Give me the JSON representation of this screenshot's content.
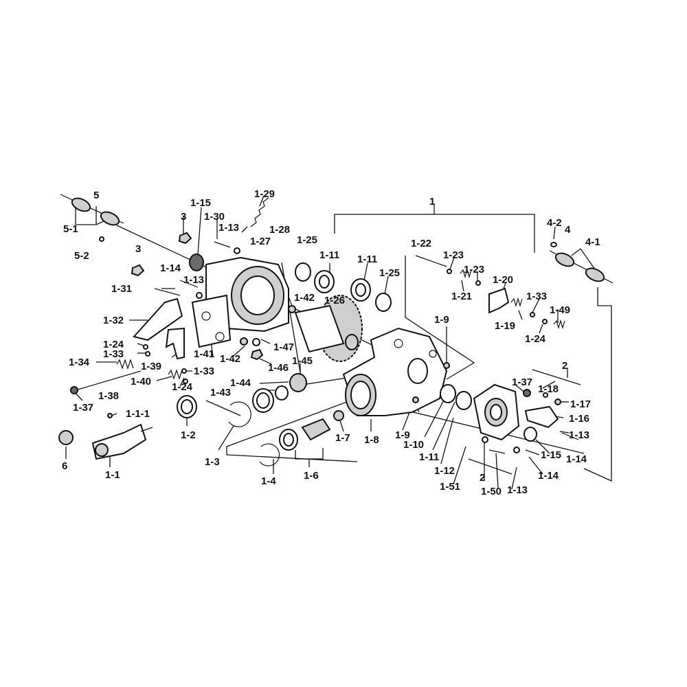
{
  "labels": {
    "l_1": "1",
    "l_5": "5",
    "l_5_1": "5-1",
    "l_5_2": "5-2",
    "l_3a": "3",
    "l_3b": "3",
    "l_1_15a": "1-15",
    "l_1_30": "1-30",
    "l_1_29": "1-29",
    "l_1_13a": "1-13",
    "l_1_28": "1-28",
    "l_1_27": "1-27",
    "l_1_14a": "1-14",
    "l_1_13b": "1-13",
    "l_1_31": "1-31",
    "l_1_25a": "1-25",
    "l_1_11a": "1-11",
    "l_1_11b": "1-11",
    "l_1_25b": "1-25",
    "l_1_26": "1-26",
    "l_1_42a": "1-42",
    "l_1_22": "1-22",
    "l_1_23a": "1-23",
    "l_1_23b": "1-23",
    "l_1_21": "1-21",
    "l_1_20": "1-20",
    "l_1_33a": "1-33",
    "l_1_19": "1-19",
    "l_1_49": "1-49",
    "l_1_24a": "1-24",
    "l_4_2": "4-2",
    "l_4": "4",
    "l_4_1": "4-1",
    "l_1_9a": "1-9",
    "l_1_32": "1-32",
    "l_1_24b": "1-24",
    "l_1_33b": "1-33",
    "l_1_34": "1-34",
    "l_1_39": "1-39",
    "l_1_41": "1-41",
    "l_1_42b": "1-42",
    "l_1_46": "1-46",
    "l_1_47": "1-47",
    "l_1_45": "1-45",
    "l_1_33c": "1-33",
    "l_1_40": "1-40",
    "l_1_24c": "1-24",
    "l_1_44": "1-44",
    "l_1_43": "1-43",
    "l_1_38": "1-38",
    "l_1_37a": "1-37",
    "l_1_1_1": "1-1-1",
    "l_1_2": "1-2",
    "l_1_3": "1-3",
    "l_6": "6",
    "l_1_1": "1-1",
    "l_1_4": "1-4",
    "l_1_6": "1-6",
    "l_1_7": "1-7",
    "l_1_8": "1-8",
    "l_1_9b": "1-9",
    "l_1_10": "1-10",
    "l_1_11c": "1-11",
    "l_1_12": "1-12",
    "l_2a": "2",
    "l_1_37b": "1-37",
    "l_1_18": "1-18",
    "l_1_17": "1-17",
    "l_1_16": "1-16",
    "l_1_13c": "1-13",
    "l_1_15b": "1-15",
    "l_1_14b": "1-14",
    "l_1_14c": "1-14",
    "l_1_13d": "1-13",
    "l_1_50": "1-50",
    "l_1_51": "1-51",
    "l_2b": "2"
  }
}
